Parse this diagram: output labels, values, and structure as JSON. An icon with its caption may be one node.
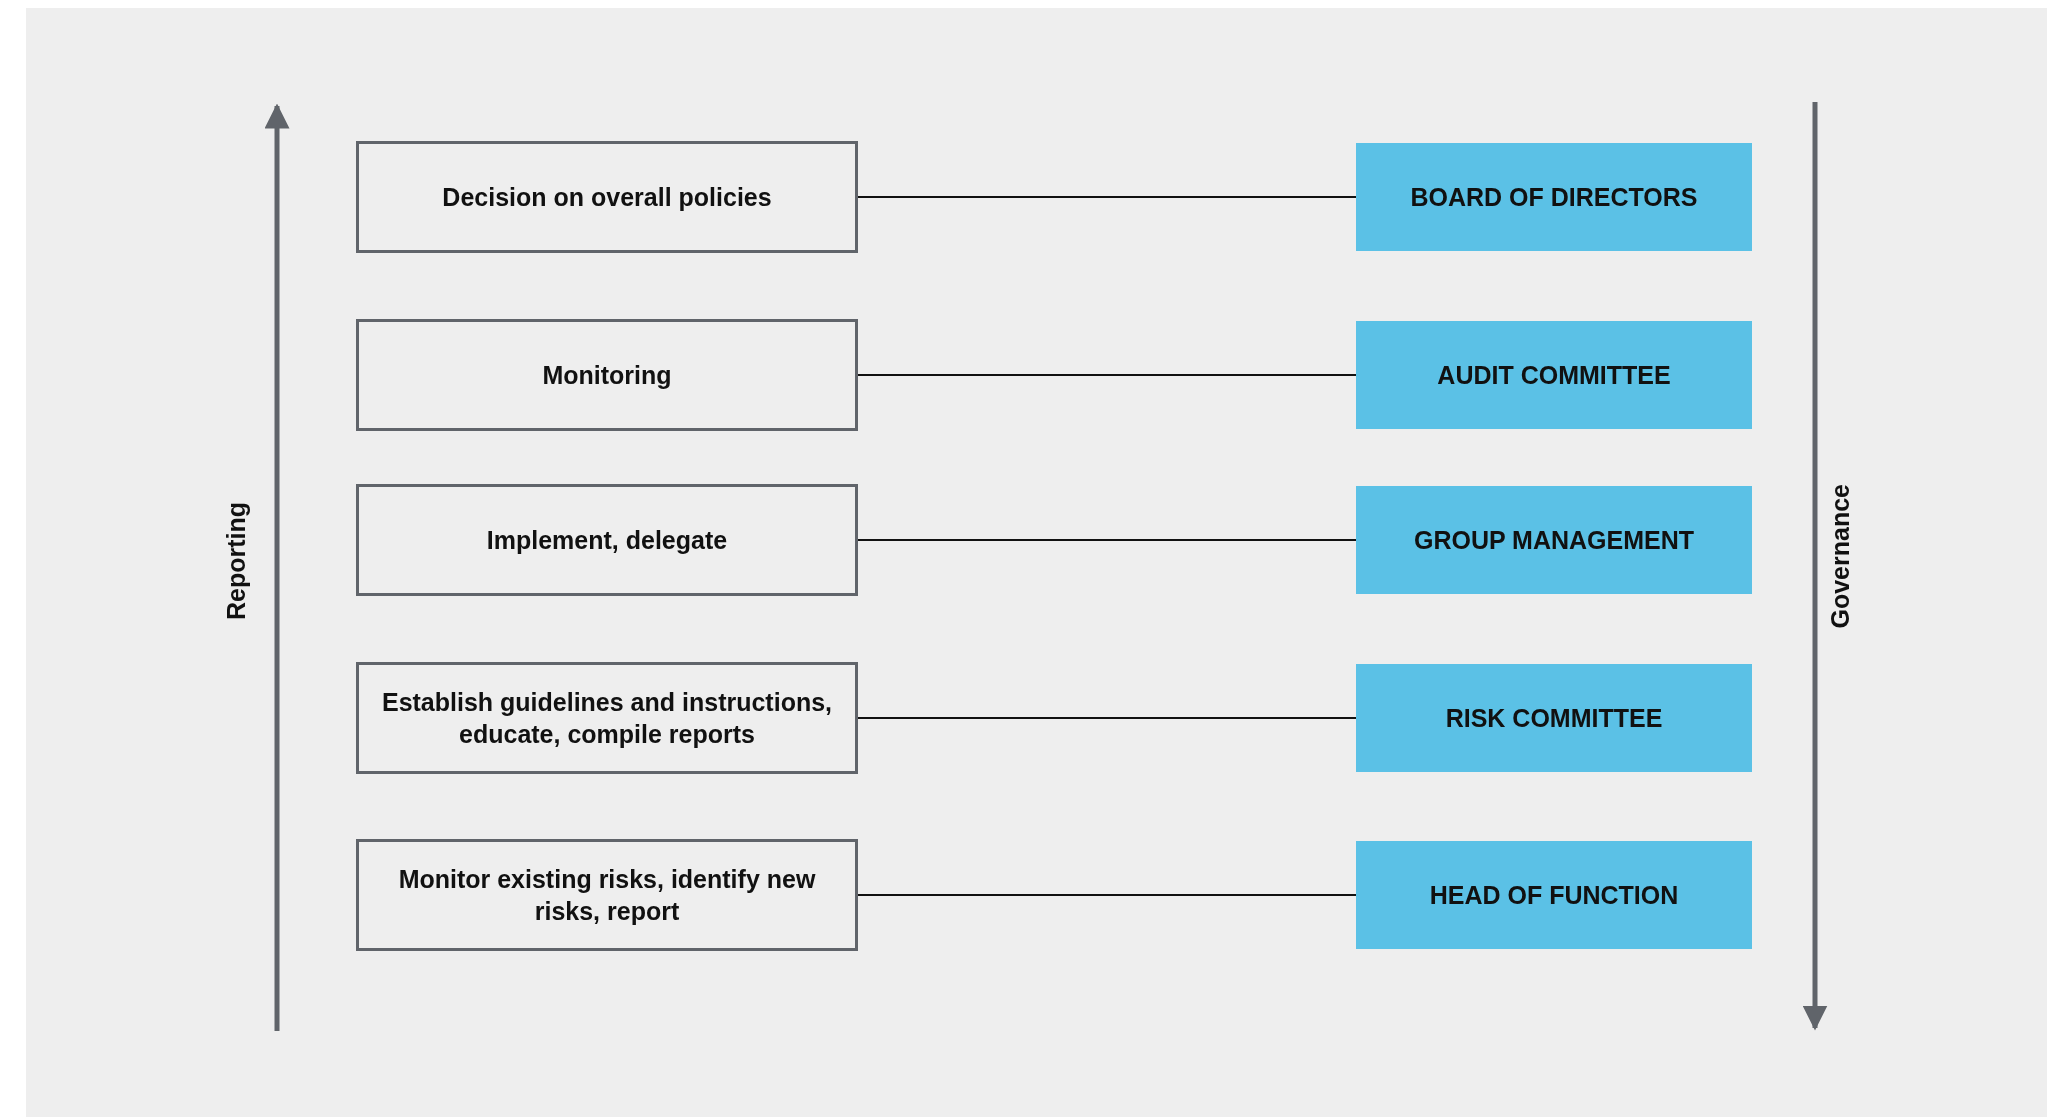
{
  "diagram": {
    "nodes": [
      {
        "text": [
          "Decision on overall policies"
        ]
      },
      {
        "text": [
          "BOARD OF DIRECTORS"
        ]
      },
      {
        "text": [
          "Monitoring"
        ]
      },
      {
        "text": [
          "AUDIT COMMITTEE"
        ]
      },
      {
        "text": [
          "Implement, delegate"
        ]
      },
      {
        "text": [
          "GROUP MANAGEMENT"
        ]
      },
      {
        "text": [
          "Establish guidelines and instructions, educate, compile reports"
        ]
      },
      {
        "text": [
          "RISK COMMITTEE"
        ]
      },
      {
        "text": [
          "Monitor existing risks, identify new risks, report"
        ]
      },
      {
        "text": [
          "HEAD OF FUNCTION"
        ]
      }
    ],
    "edges": [
      {
        "from": 0,
        "to": 1,
        "arrow": "none"
      },
      {
        "from": 2,
        "to": 3,
        "arrow": "none"
      },
      {
        "from": 4,
        "to": 5,
        "arrow": "none"
      },
      {
        "from": 6,
        "to": 7,
        "arrow": "none"
      },
      {
        "from": 8,
        "to": 9,
        "arrow": "none"
      }
    ],
    "labels": [
      "Reporting",
      "Governance"
    ]
  }
}
